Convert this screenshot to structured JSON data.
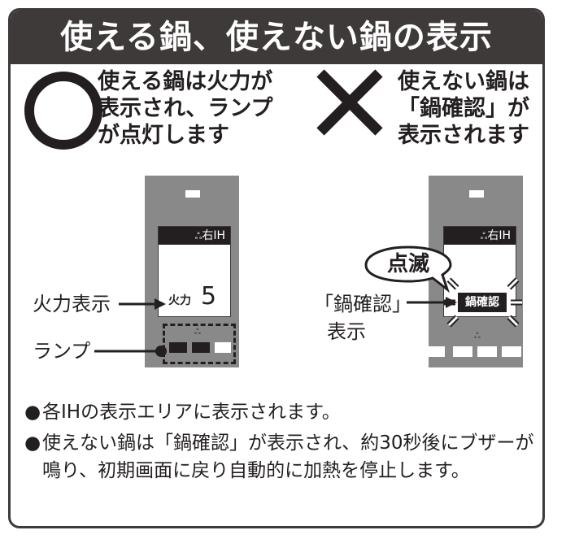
{
  "title": "使える鍋、使えない鍋の表示",
  "usable": {
    "mark": "circle-mark",
    "caption_lines": [
      "使える鍋は火力が",
      "表示され、ランプ",
      "が点灯します"
    ],
    "panel": {
      "header": "右IH",
      "power_label": "火力",
      "power_value": "5",
      "callout_power": "火力表示",
      "callout_lamp": "ランプ"
    }
  },
  "unusable": {
    "mark": "cross-mark",
    "caption_lines": [
      "使えない鍋は",
      "「鍋確認」が",
      "表示されます"
    ],
    "panel": {
      "header": "右IH",
      "bubble": "点滅",
      "message": "鍋確認",
      "callout_lines": [
        "「鍋確認」",
        "表示"
      ]
    }
  },
  "notes": [
    "各IHの表示エリアに表示されます。",
    "使えない鍋は「鍋確認」が表示され、約30秒後にブザーが鳴り、初期画面に戻り自動的に加熱を停止します。"
  ],
  "bullet_symbol": "●",
  "colors": {
    "panel": "#898989",
    "dark": "#3e3a39",
    "lamp": "#231f20",
    "white": "#ffffff"
  }
}
